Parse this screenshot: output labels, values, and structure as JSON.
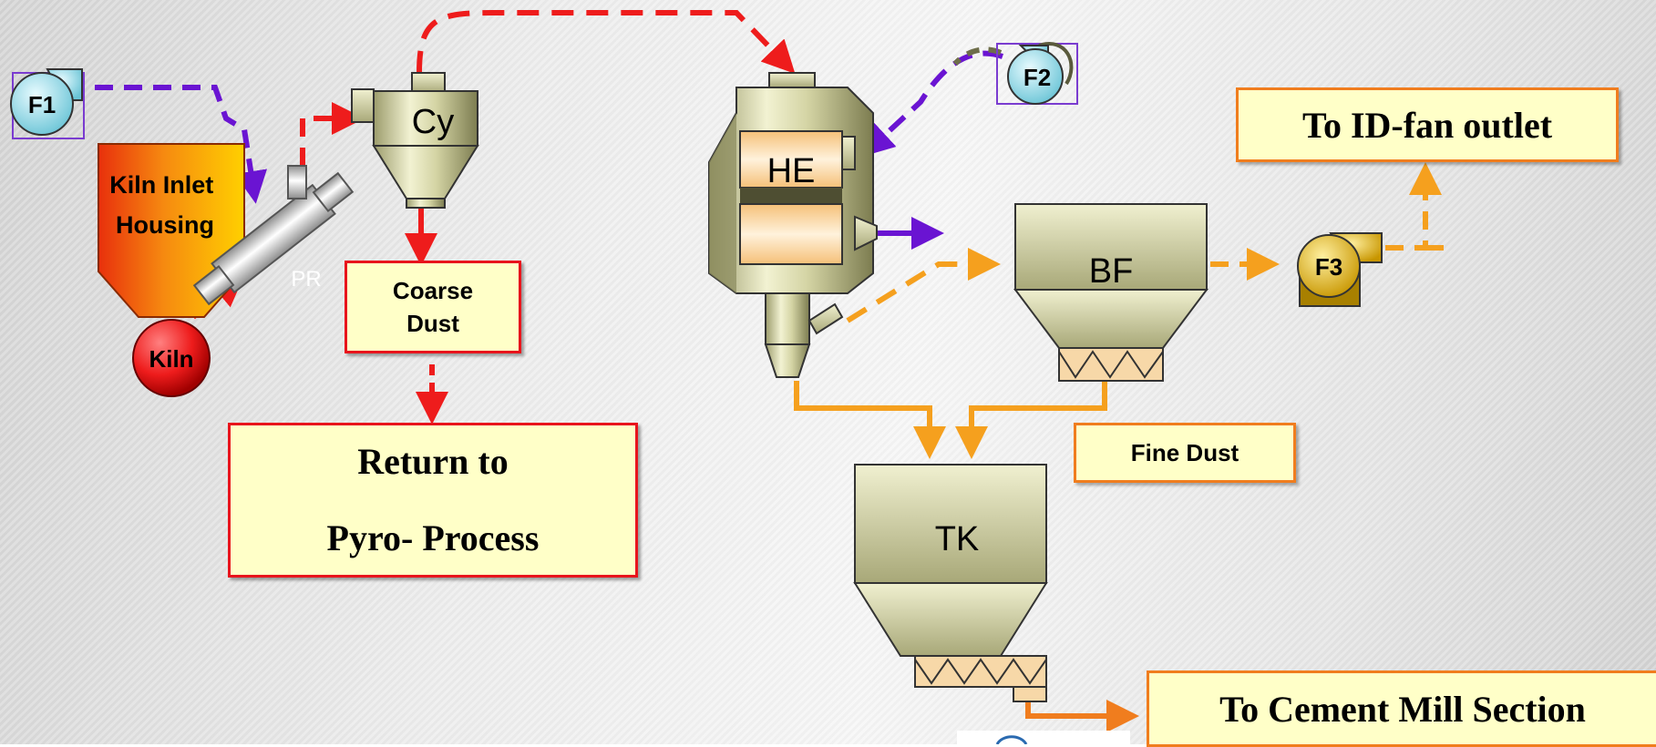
{
  "units": {
    "kiln_inlet_housing": "Kiln Inlet\nHousing",
    "kiln": "Kiln",
    "pr": "PR",
    "cyclone": "Cy",
    "heat_exchanger": "HE",
    "bag_filter": "BF",
    "tank": "TK",
    "fan1": "F1",
    "fan2": "F2",
    "fan3": "F3"
  },
  "boxes": {
    "coarse_dust": "Coarse\nDust",
    "return_to_pyro": "Return to\nPyro- Process",
    "fine_dust": "Fine Dust",
    "to_id_fan": "To ID-fan outlet",
    "to_cement_mill": "To Cement Mill Section"
  },
  "colors": {
    "hot_gas": "#ee1c1c",
    "cooling_air": "#6a14d2",
    "dust": "#f5a01e",
    "equipment": "#d2d2a0",
    "box_fill": "#ffffc8",
    "red_border": "#e8141c",
    "orange_border": "#f07d1e"
  }
}
